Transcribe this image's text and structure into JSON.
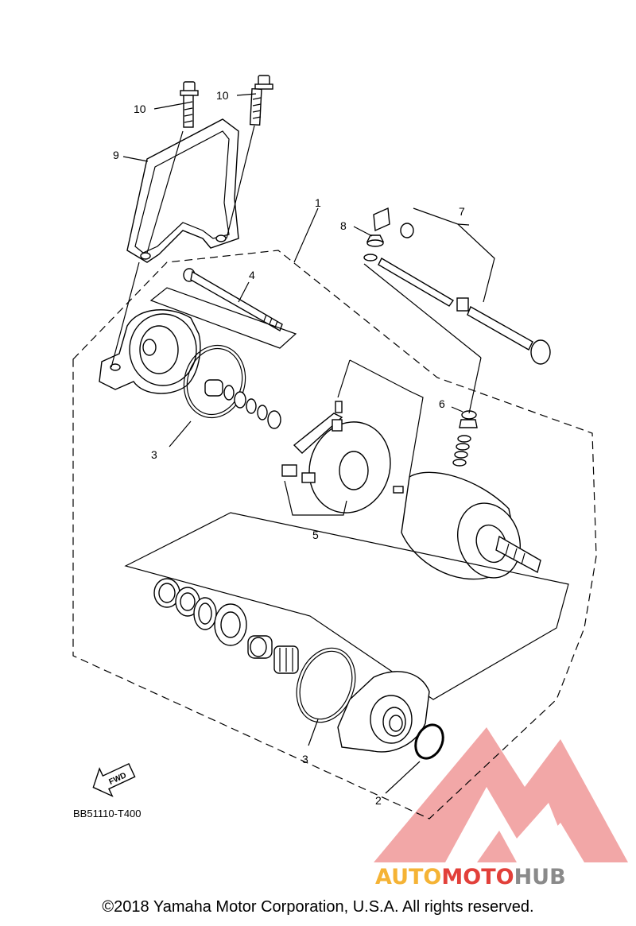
{
  "diagram": {
    "parts": [
      {
        "number": "1"
      },
      {
        "number": "2"
      },
      {
        "number": "3"
      },
      {
        "number": "3"
      },
      {
        "number": "4"
      },
      {
        "number": "5"
      },
      {
        "number": "6"
      },
      {
        "number": "7"
      },
      {
        "number": "8"
      },
      {
        "number": "9"
      },
      {
        "number": "10"
      },
      {
        "number": "10"
      }
    ],
    "direction_badge": "FWD",
    "drawing_code": "BB51110-T400"
  },
  "watermark": {
    "text_part1": "AUTO",
    "text_part2": "MOTO",
    "text_part3": "HUB",
    "colors": {
      "orange": "#f5b335",
      "red": "#e2403a",
      "gray": "#8a8a8a",
      "logo": "#ee8a8a"
    }
  },
  "footer": {
    "copyright": "©2018 Yamaha Motor Corporation, U.S.A. All rights reserved."
  }
}
